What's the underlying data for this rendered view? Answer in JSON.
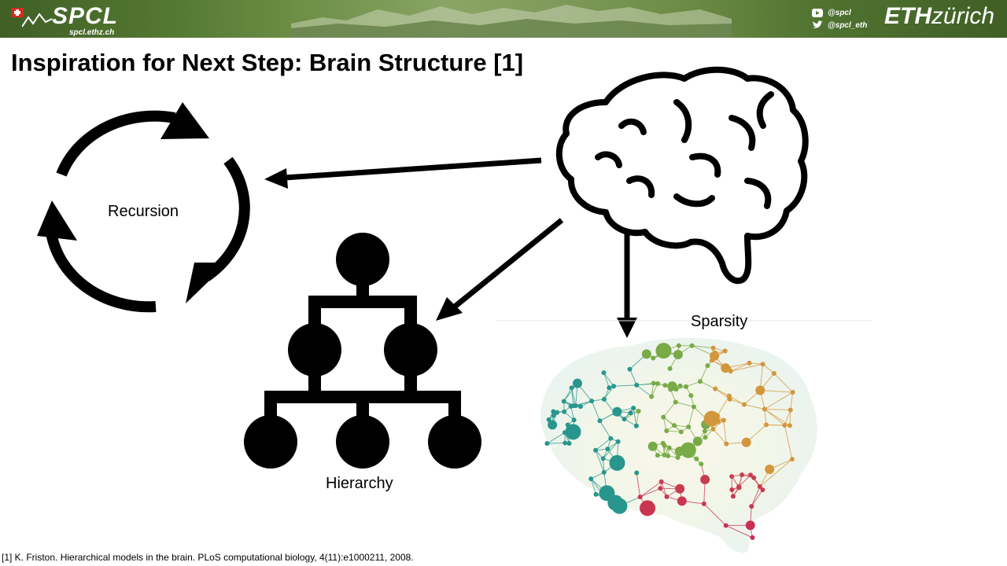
{
  "header": {
    "logo_text": "SPCL",
    "logo_url": "spcl.ethz.ch",
    "social": [
      {
        "icon": "youtube-icon",
        "handle": "@spcl"
      },
      {
        "icon": "twitter-icon",
        "handle": "@spcl_eth"
      }
    ],
    "institution_bold": "ETH",
    "institution_light": "zürich"
  },
  "slide": {
    "title": "Inspiration for Next Step: Brain Structure [1]",
    "labels": {
      "recursion": "Recursion",
      "hierarchy": "Hierarchy",
      "sparsity": "Sparsity"
    },
    "footnote": "[1] K. Friston. Hierarchical models in the brain. PLoS computational biology, 4(11):e1000211, 2008."
  }
}
